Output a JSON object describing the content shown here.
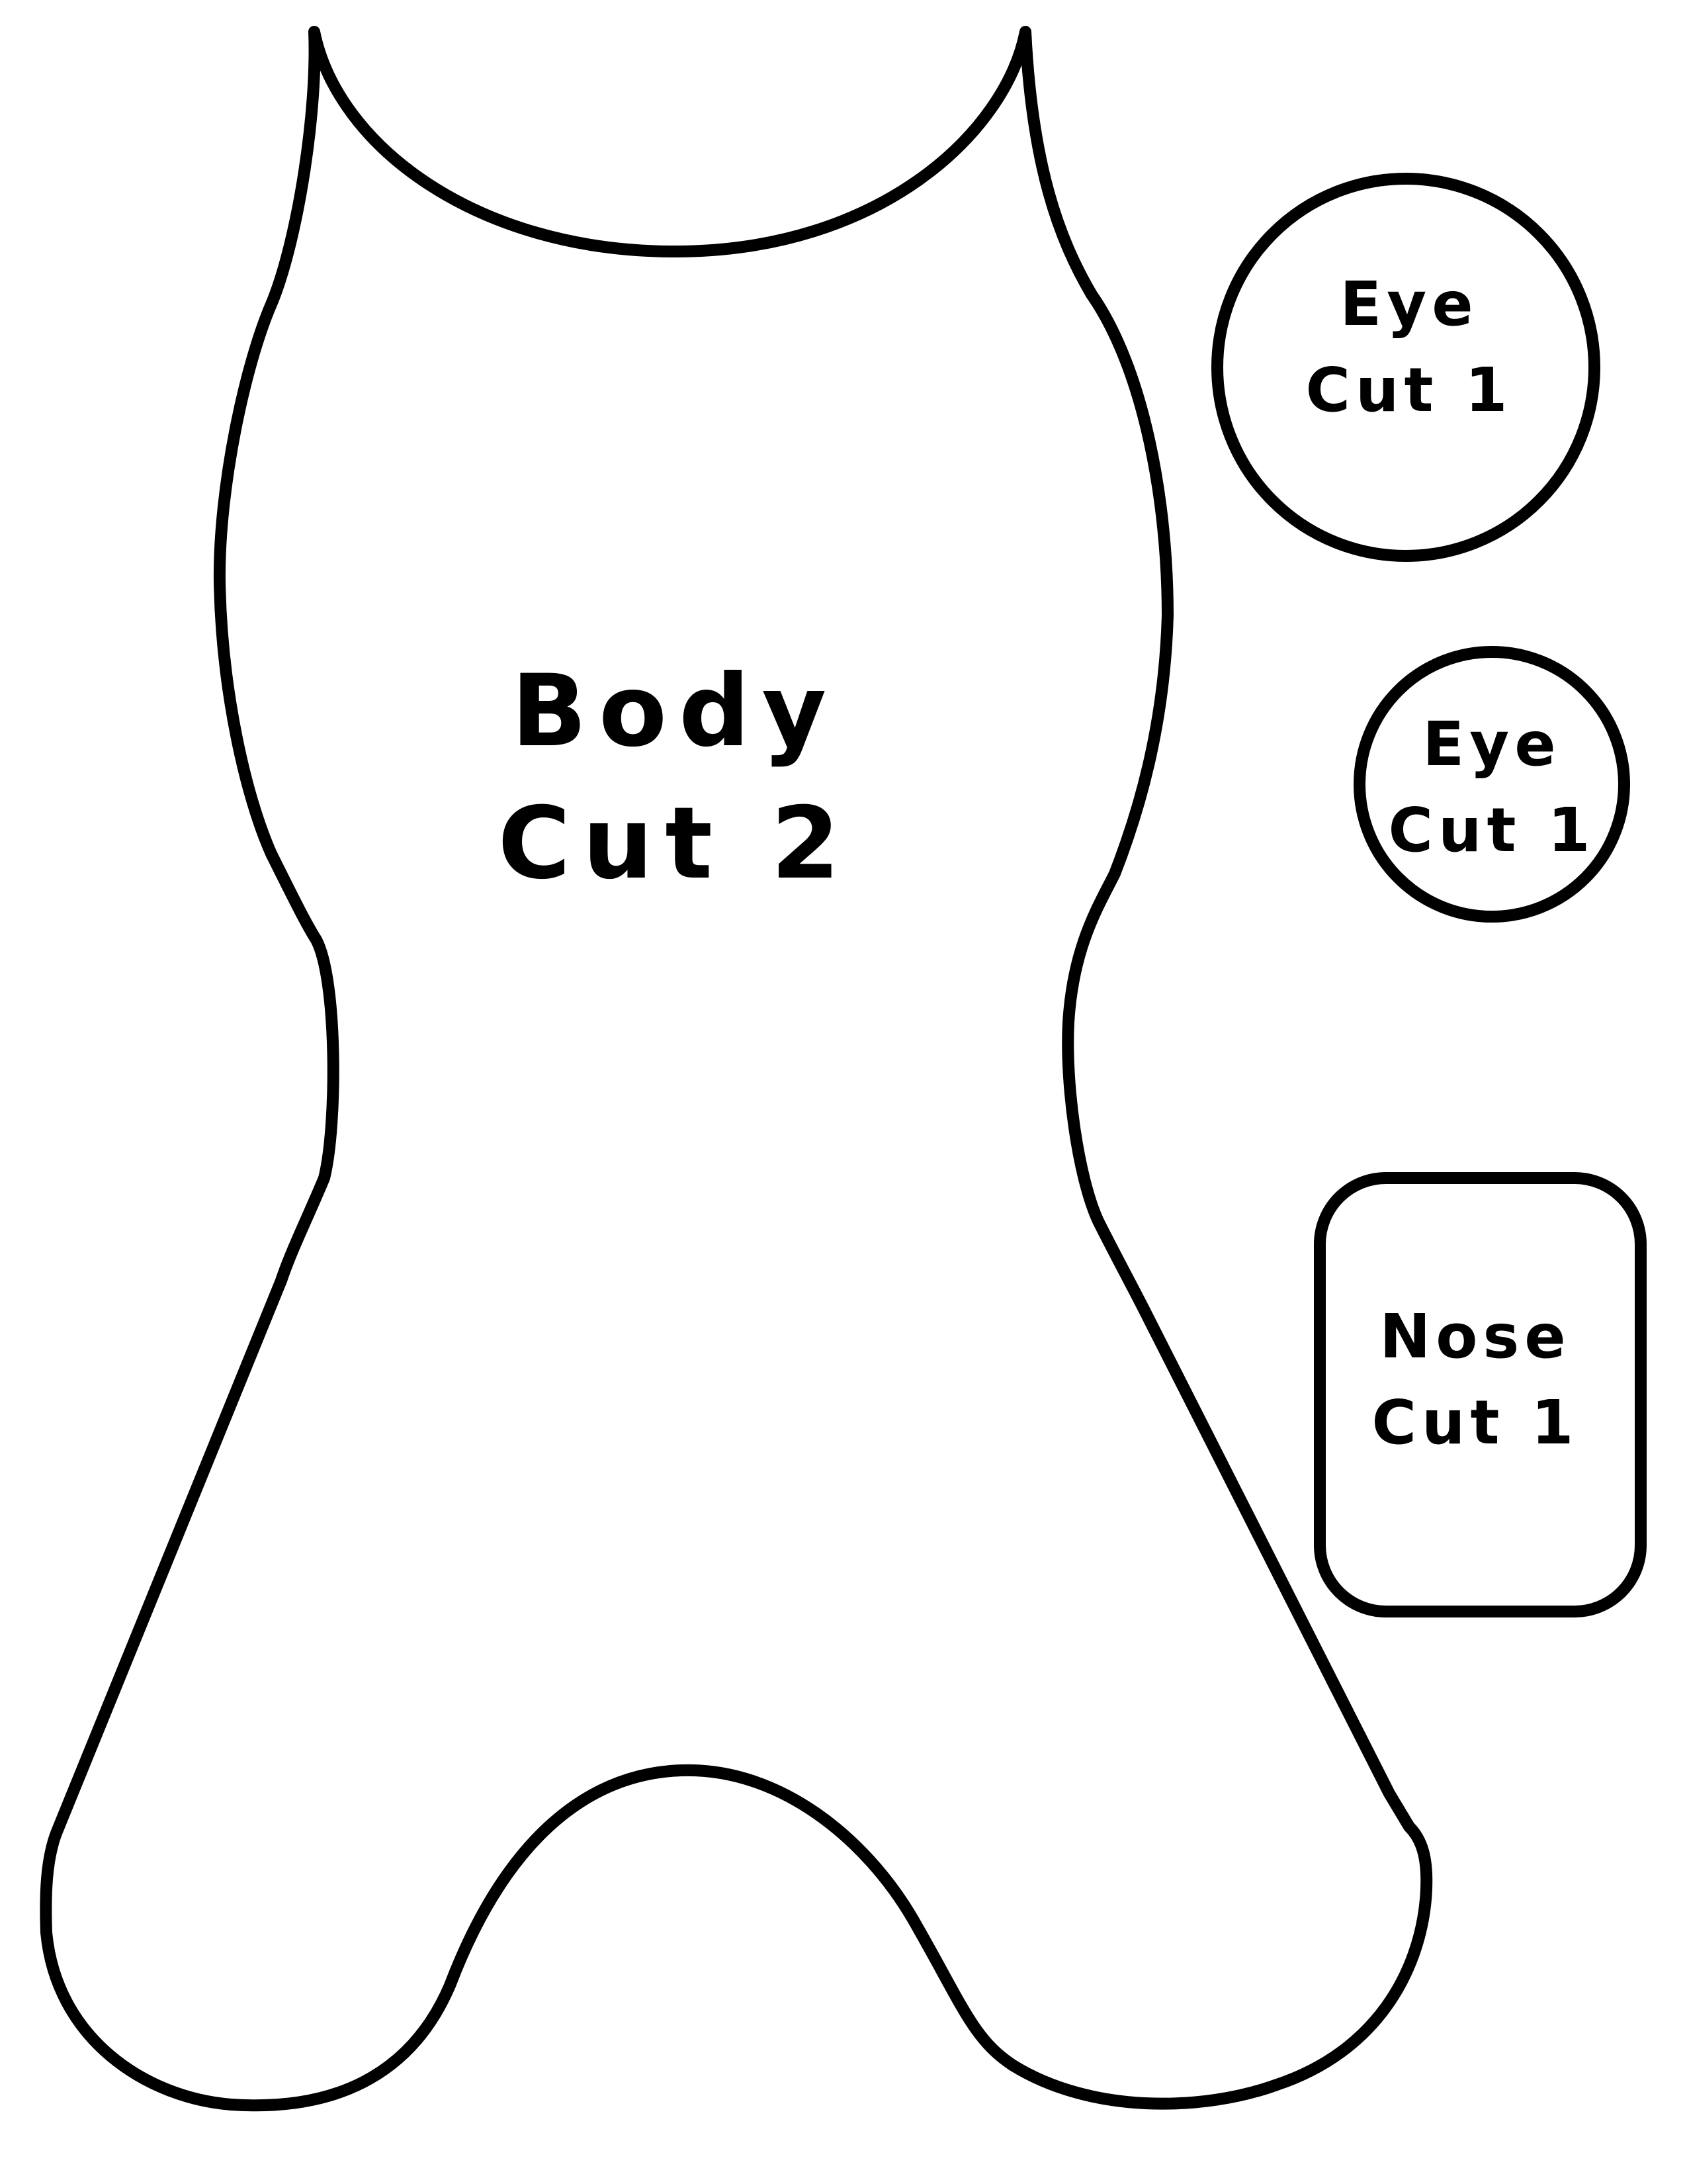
{
  "colors": {
    "outline": "#000000",
    "background": "#ffffff",
    "text": "#000000"
  },
  "pieces": {
    "body": {
      "name": "Body",
      "cut": "Cut 2"
    },
    "eye_large": {
      "name": "Eye",
      "cut": "Cut 1"
    },
    "eye_small": {
      "name": "Eye",
      "cut": "Cut 1"
    },
    "nose": {
      "name": "Nose",
      "cut": "Cut 1"
    }
  }
}
